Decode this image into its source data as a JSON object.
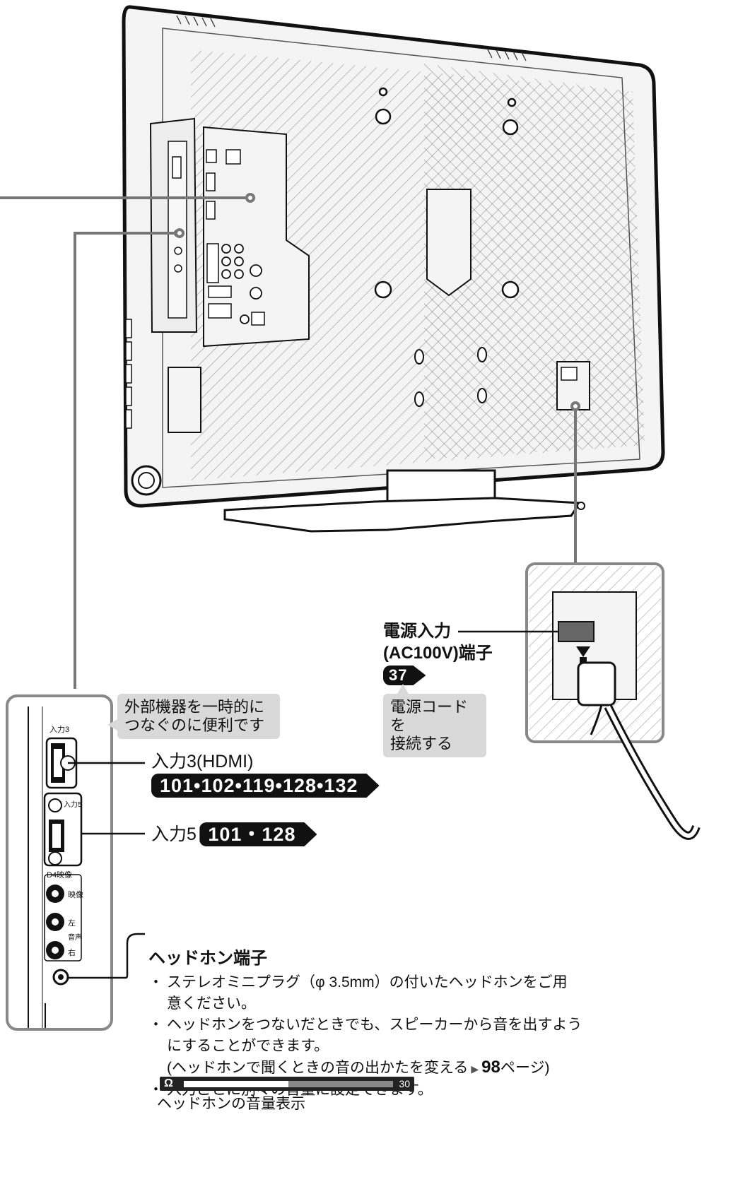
{
  "callouts": {
    "power_input": {
      "line1": "電源入力",
      "line2": "(AC100V)端子",
      "ref": "37"
    },
    "power_cord_tip": [
      "電源コードを",
      "接続する"
    ],
    "temp_connect_tip": [
      "外部機器を一時的に",
      "つなぐのに便利です"
    ],
    "input3": {
      "label": "入力3(HDMI)",
      "refs": "101•102•119•128•132"
    },
    "input5": {
      "label": "入力5",
      "refs": "101・128"
    }
  },
  "headphone": {
    "title": "ヘッドホン端子",
    "note1_line1": "ステレオミニプラグ（φ 3.5mm）の付いたヘッドホンをご用",
    "note1_line2": "意ください。",
    "note2_line1": "ヘッドホンをつないだときでも、スピーカーから音を出すよう",
    "note2_line2": "にすることができます。",
    "note2_sub_prefix": "(ヘッドホンで聞くときの音の出かたを変える",
    "note2_sub_page": "98",
    "note2_sub_suffix": "ページ)",
    "note3": "入力ごとに別々の音量に設定できます。",
    "volume_value": "30",
    "volume_level": 0.5,
    "volume_caption": "ヘッドホンの音量表示"
  },
  "panel_labels": {
    "input3_small": "入力3",
    "input5_small": "入力5",
    "d4_video": "D4映像",
    "video": "映像",
    "left": "左",
    "audio": "音声",
    "right": "右"
  }
}
